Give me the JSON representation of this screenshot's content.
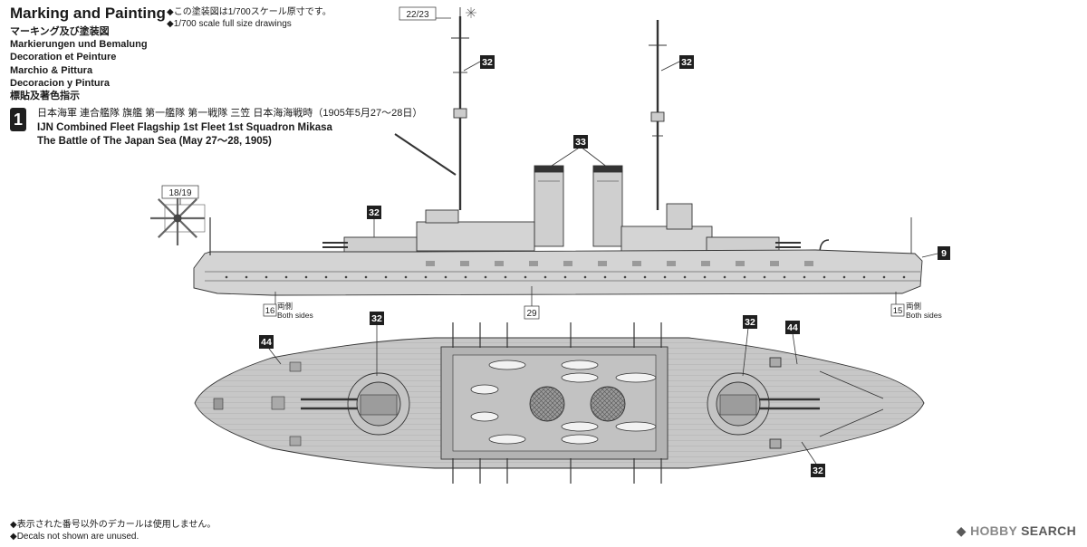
{
  "title": "Marking and Painting",
  "languages": [
    "マーキング及び塗装図",
    "Markierungen und Bemalung",
    "Decoration et Peinture",
    "Marchio & Pittura",
    "Decoracion y Pintura",
    "標貼及著色指示"
  ],
  "notes_top": [
    "◆この塗装図は1/700スケール原寸です。",
    "◆1/700 scale full size drawings"
  ],
  "scheme": {
    "number": "1",
    "jp": "日本海軍 連合艦隊 旗艦 第一艦隊 第一戦隊 三笠 日本海海戦時（1905年5月27〜28日）",
    "en1": "IJN Combined Fleet Flagship 1st Fleet 1st Squadron Mikasa",
    "en2": "The Battle of The Japan Sea (May 27〜28, 1905)"
  },
  "callouts": {
    "c22_23": "22/23",
    "c18_19": "18/19",
    "c32": "32",
    "c33": "33",
    "c9": "9",
    "c29": "29",
    "c44": "44",
    "c16": "16",
    "c15": "15"
  },
  "both_sides_jp": "両側",
  "both_sides_en": "Both sides",
  "footer": [
    "◆表示された番号以外のデカールは使用しません。",
    "◆Decals not shown are unused."
  ],
  "watermark": {
    "hobby": "HOBBY",
    "search": "SEARCH"
  },
  "colors": {
    "hull": "#d4d4d4",
    "deck": "#bdbdbd",
    "ink": "#222222",
    "callout_bg": "#1f1f1f"
  }
}
